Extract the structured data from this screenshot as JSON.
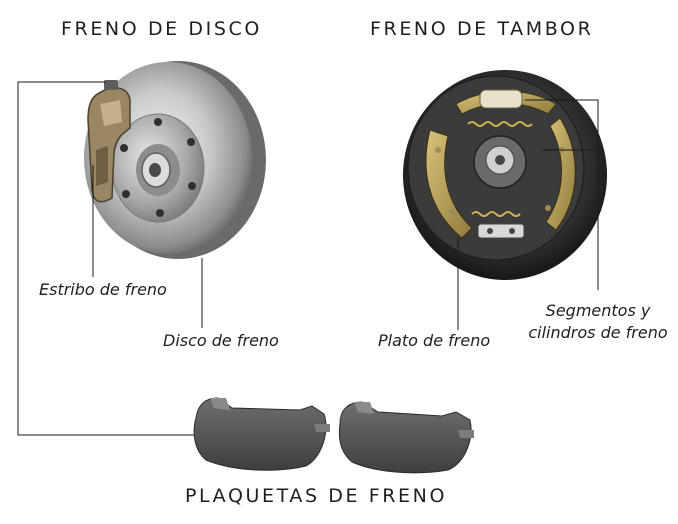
{
  "headings": {
    "disc": "FRENO DE DISCO",
    "drum": "FRENO DE TAMBOR",
    "pads": "PLAQUETAS DE FRENO"
  },
  "labels": {
    "caliper": "Estribo de freno",
    "disc": "Disco de freno",
    "backing_plate": "Plato de freno",
    "shoes_line1": "Segmentos y",
    "shoes_line2": "cilindros de freno"
  }
}
